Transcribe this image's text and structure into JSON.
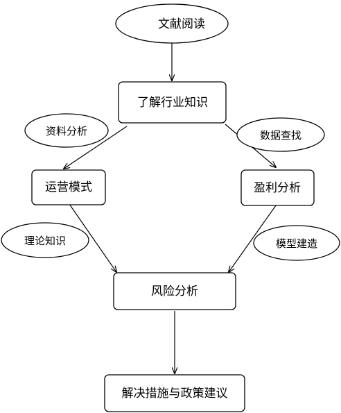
{
  "diagram": {
    "nodes": {
      "literature_reading": "文献阅读",
      "industry_knowledge": "了解行业知识",
      "data_analysis": "资料分析",
      "data_search": "数据查找",
      "operation_mode": "运营模式",
      "profit_analysis": "盈利分析",
      "theory_knowledge": "理论知识",
      "model_building": "模型建造",
      "risk_analysis": "风险分析",
      "solutions_policy": "解决措施与政策建议"
    }
  },
  "colors": {
    "stroke": "#000000",
    "fill": "#ffffff",
    "text": "#000000"
  }
}
